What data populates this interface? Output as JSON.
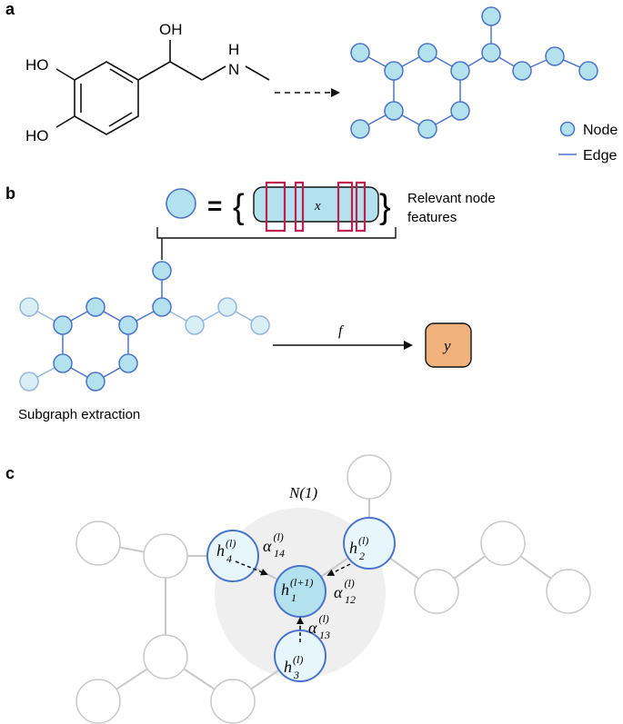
{
  "panels": {
    "a": "a",
    "b": "b",
    "c": "c"
  },
  "molecule": {
    "oh_top": "OH",
    "nh": "H",
    "n": "N",
    "ho_upper": "HO",
    "ho_lower": "HO"
  },
  "legend": {
    "node": "Node",
    "edge": "Edge"
  },
  "panel_b": {
    "equals": "=",
    "brace_open": "{",
    "brace_close": "}",
    "feature_var": "x",
    "features_label_line1": "Relevant node",
    "features_label_line2": "features",
    "subgraph_label": "Subgraph extraction",
    "function_label": "f",
    "output_label": "y"
  },
  "panel_c": {
    "neighborhood_label": "N(1)",
    "h1": {
      "base": "h",
      "sub": "1",
      "sup": "(l+1)"
    },
    "h2": {
      "base": "h",
      "sub": "2",
      "sup": "(l)"
    },
    "h3": {
      "base": "h",
      "sub": "3",
      "sup": "(l)"
    },
    "h4": {
      "base": "h",
      "sub": "4",
      "sup": "(l)"
    },
    "a12": {
      "base": "α",
      "sub": "12",
      "sup": "(l)"
    },
    "a13": {
      "base": "α",
      "sub": "13",
      "sup": "(l)"
    },
    "a14": {
      "base": "α",
      "sub": "14",
      "sup": "(l)"
    }
  },
  "colors": {
    "node_fill": "#b3e1ee",
    "node_stroke": "#4a74c9",
    "faded_fill": "#d8eff6",
    "faded_stroke": "#93b5df",
    "feature_box": "#e0245e",
    "output_fill": "#f2b27d",
    "gray_line": "#c8c8c8",
    "halo": "#efefef"
  }
}
